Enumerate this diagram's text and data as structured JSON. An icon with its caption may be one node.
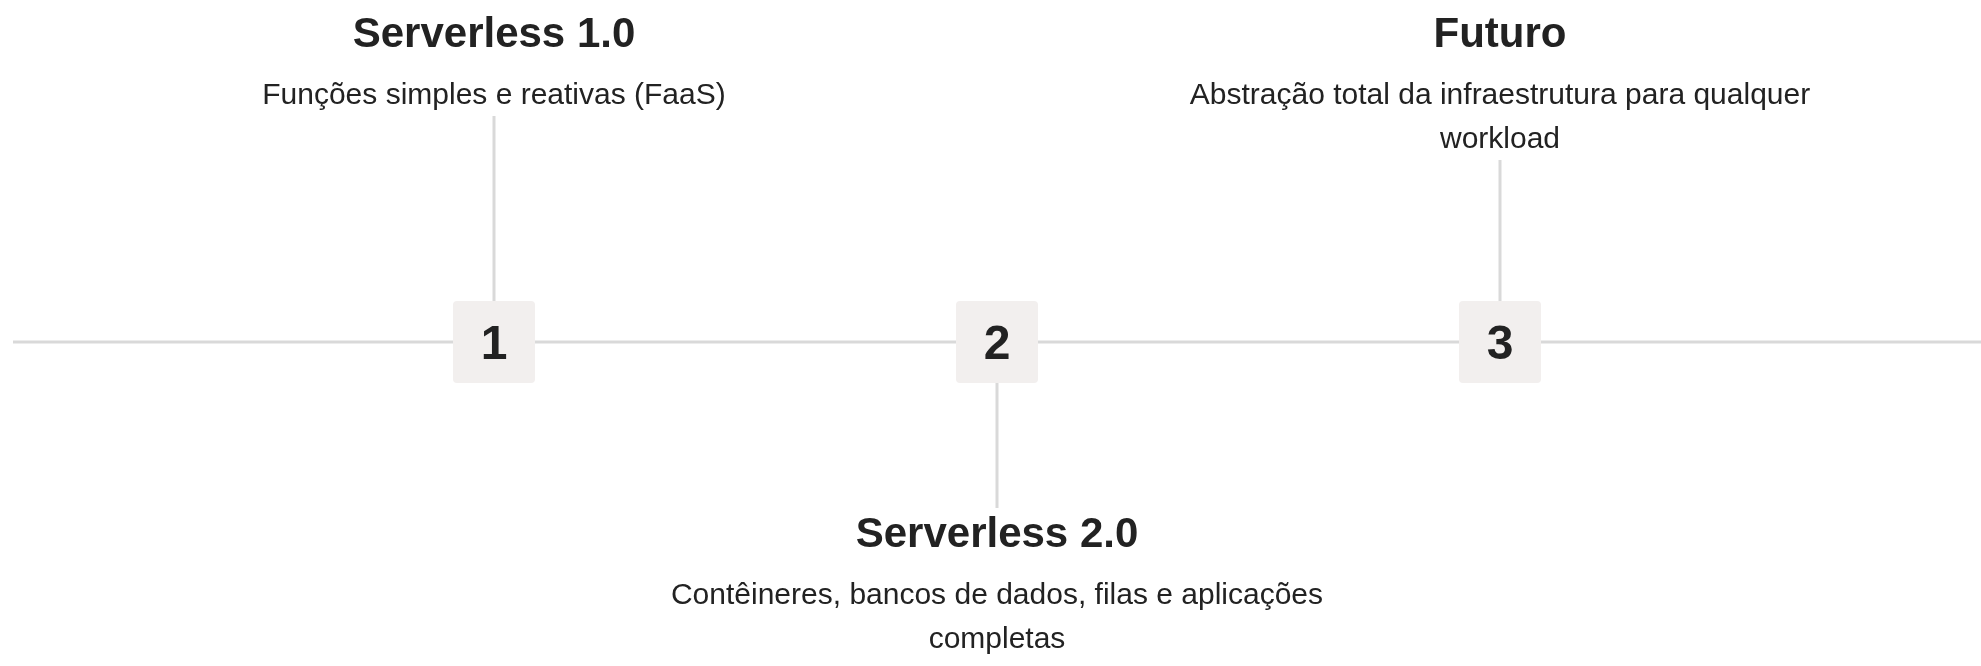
{
  "diagram": {
    "nodes": [
      {
        "text": [
          "Serverless 1.0",
          "Funções simples e reativas (FaaS)"
        ]
      },
      {
        "text": [
          "Futuro",
          "Abstração total da infraestrutura para qualquer workload"
        ]
      },
      {
        "text": [
          "1"
        ]
      },
      {
        "text": [
          "2"
        ]
      },
      {
        "text": [
          "3"
        ]
      },
      {
        "text": [
          "Serverless 2.0",
          "Contêineres, bancos de dados, filas e aplicações completas"
        ]
      }
    ],
    "edges": [
      {
        "from": 0,
        "to": 2,
        "arrow": "none"
      },
      {
        "from": 1,
        "to": 4,
        "arrow": "none"
      },
      {
        "from": 3,
        "to": 5,
        "arrow": "none"
      },
      {
        "from": null,
        "to": 2,
        "arrow": "none"
      },
      {
        "from": 2,
        "to": 3,
        "arrow": "none"
      },
      {
        "from": 3,
        "to": 4,
        "arrow": "none"
      },
      {
        "from": 4,
        "to": null,
        "arrow": "none"
      }
    ]
  }
}
